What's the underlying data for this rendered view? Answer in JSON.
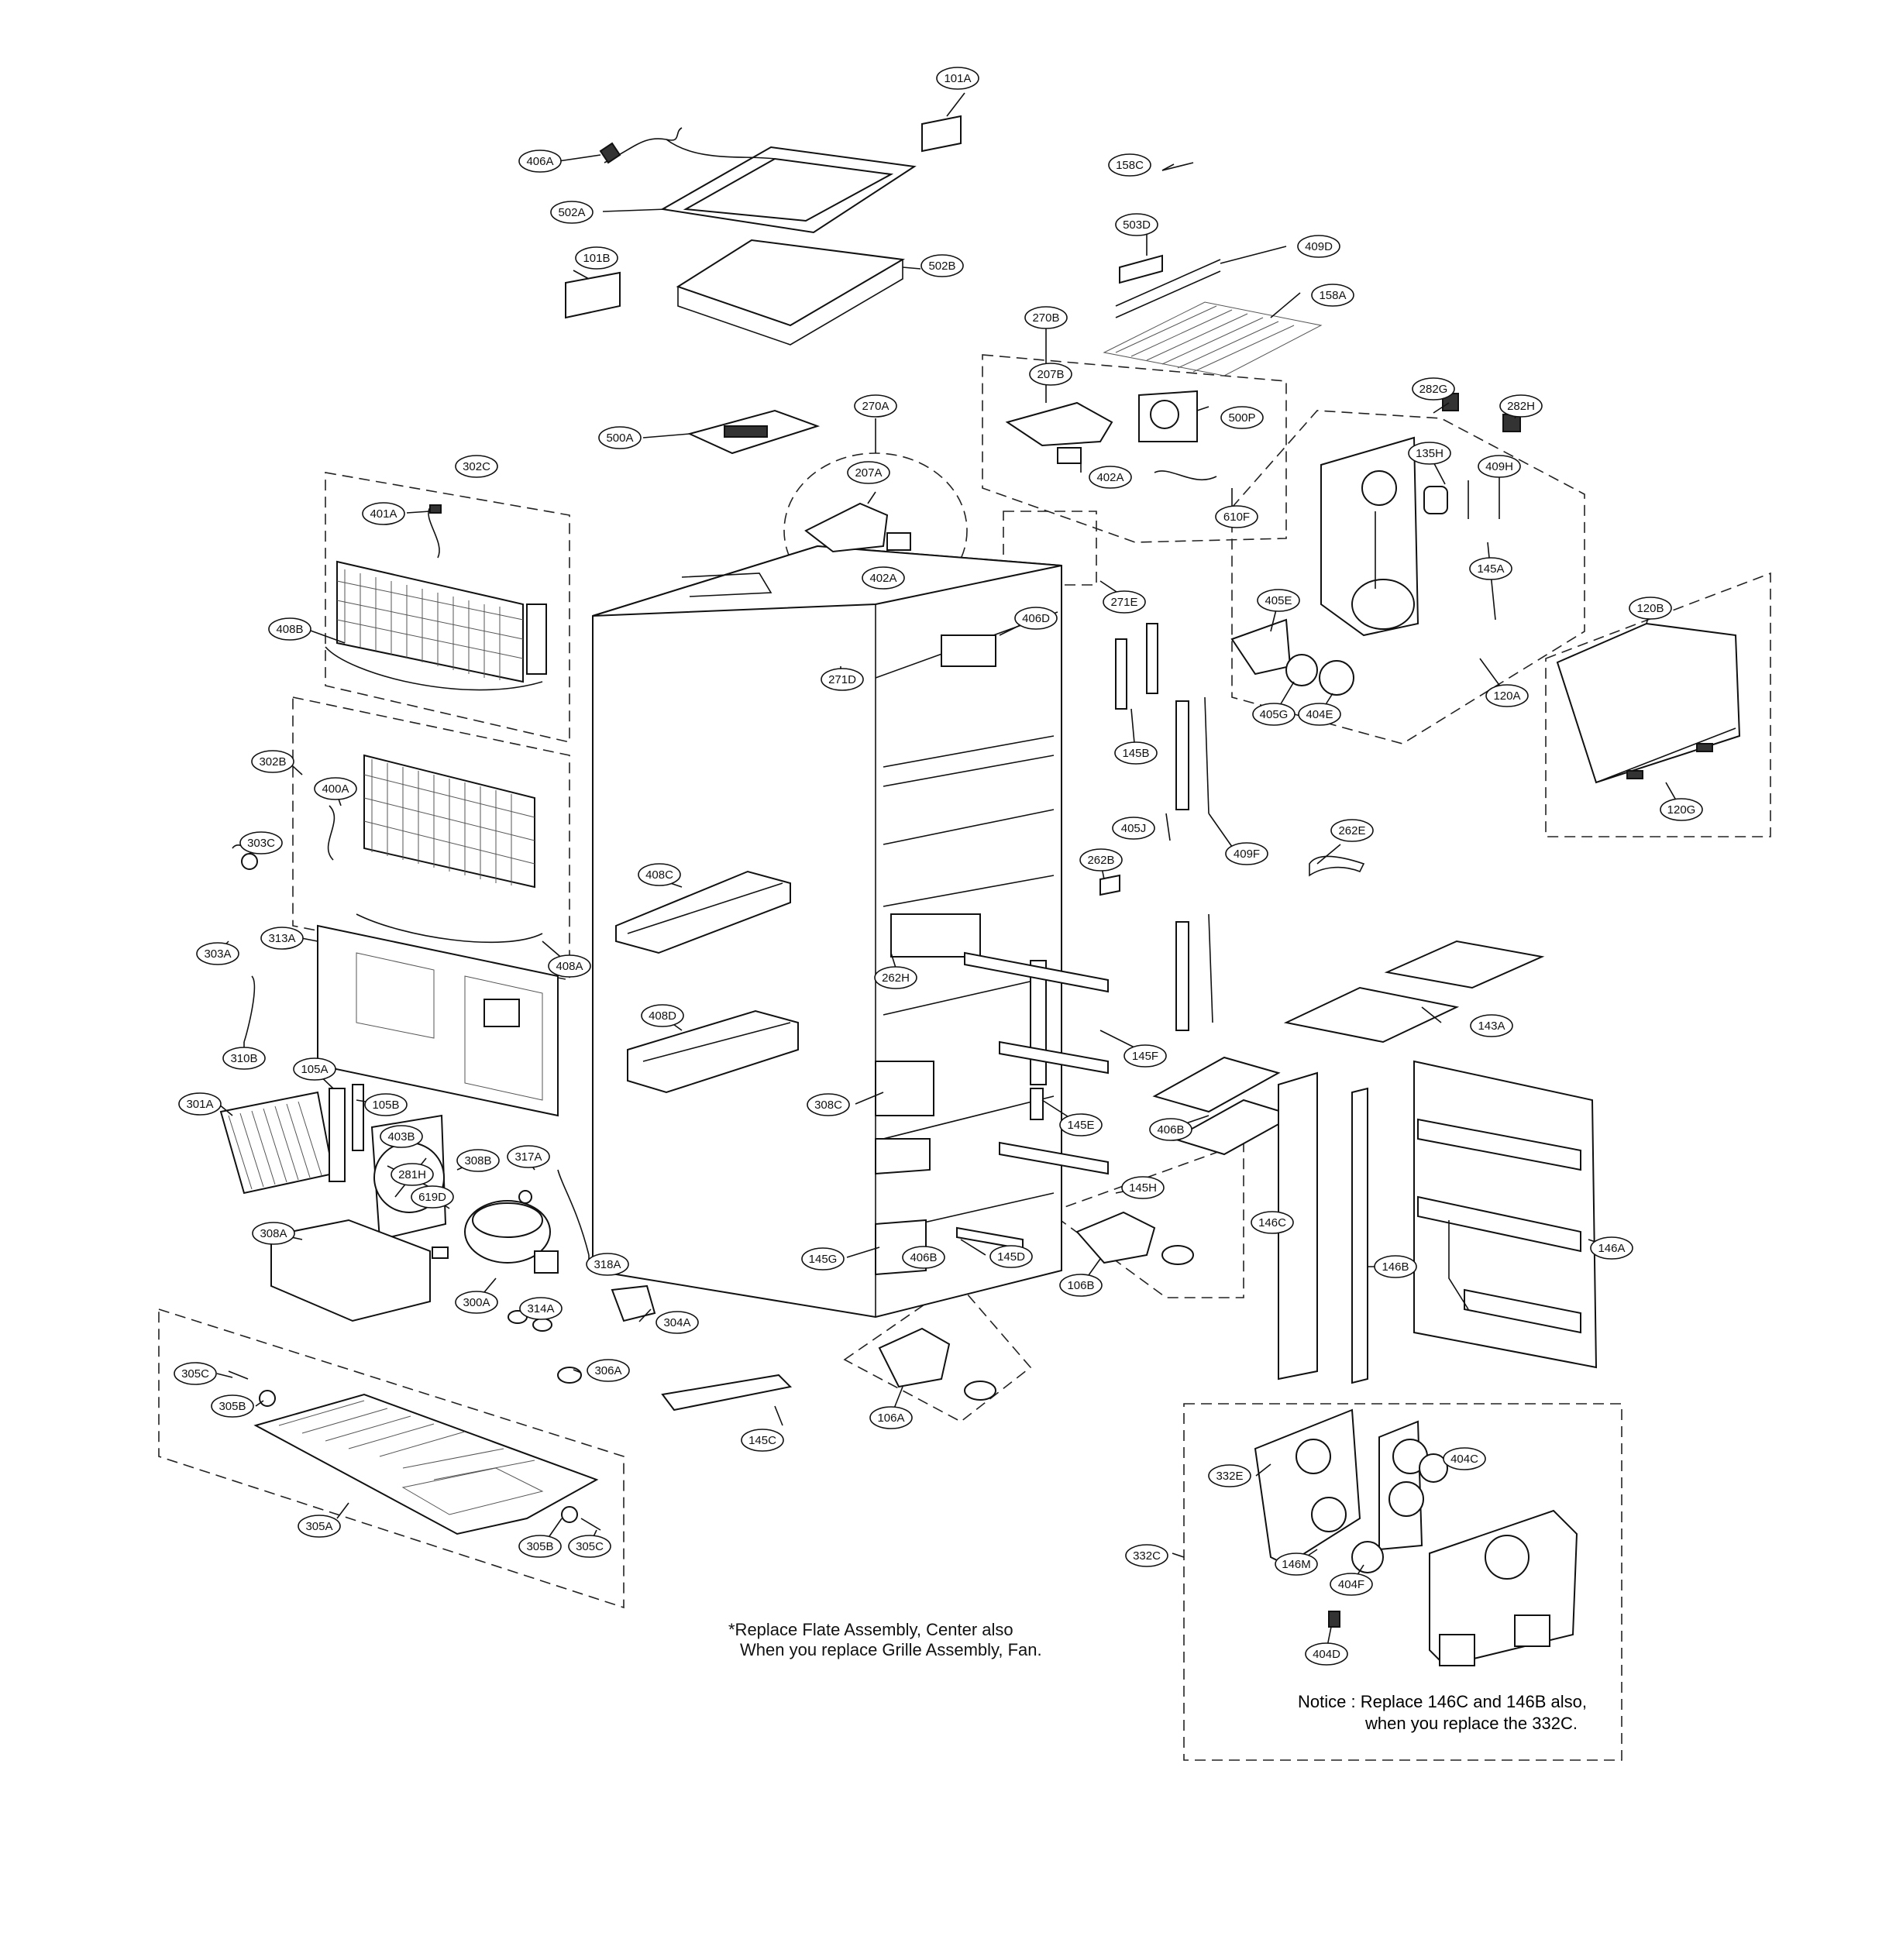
{
  "diagram": {
    "callouts": [
      "101A",
      "406A",
      "502A",
      "502B",
      "101B",
      "158C",
      "503D",
      "409D",
      "158A",
      "270B",
      "207B",
      "500P",
      "402A",
      "610F",
      "500A",
      "270A",
      "207A",
      "402A",
      "302C",
      "401A",
      "408B",
      "271E",
      "406D",
      "271D",
      "145B",
      "282G",
      "282H",
      "135H",
      "409H",
      "145A",
      "405E",
      "405G",
      "404E",
      "120A",
      "120B",
      "120G",
      "302B",
      "400A",
      "303C",
      "303A",
      "408A",
      "313A",
      "408C",
      "262B",
      "405J",
      "409F",
      "262E",
      "262H",
      "310B",
      "408D",
      "145F",
      "143A",
      "105A",
      "105B",
      "301A",
      "403B",
      "308B",
      "317A",
      "619D",
      "308C",
      "145E",
      "406B",
      "281H",
      "308A",
      "145H",
      "146C",
      "146A",
      "146B",
      "318A",
      "300A",
      "314A",
      "145G",
      "406B",
      "145D",
      "106B",
      "304A",
      "305C",
      "305B",
      "306A",
      "145C",
      "106A",
      "305A",
      "305B",
      "305C",
      "332E",
      "404C",
      "332C",
      "146M",
      "404F",
      "404D"
    ],
    "note_line_1": "*Replace Flate Assembly, Center also",
    "note_line_2": "When you replace Grille Assembly, Fan.",
    "notice_line_1": "Notice : Replace 146C and 146B also,",
    "notice_line_2": "when you replace the 332C."
  }
}
